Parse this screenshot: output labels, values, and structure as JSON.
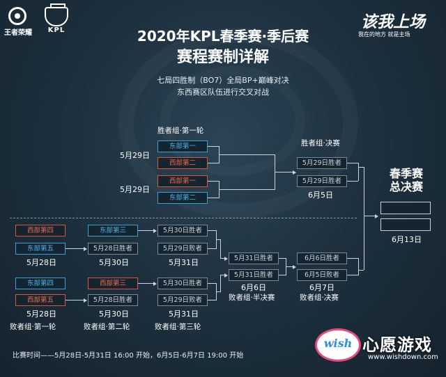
{
  "logos": {
    "honor_of_kings": "王者荣耀",
    "kpl": "KPL"
  },
  "brand": {
    "slogan": "该我上场",
    "tagline": "我在的地方 就是主场"
  },
  "header": {
    "title": "2020年KPL春季赛·季后赛",
    "subtitle": "赛程赛制详解",
    "rule_line1": "七局四胜制（BO7）全局BP+巅峰对决",
    "rule_line2": "东西赛区队伍进行交叉对战"
  },
  "winners": {
    "round1_label": "胜者组·第一轮",
    "final_label": "胜者组·决赛",
    "match1_date": "5月29日",
    "match2_date": "5月29日",
    "m1_top": "东部第一",
    "m1_bottom": "西部第二",
    "m2_top": "西部第一",
    "m2_bottom": "东部第二",
    "final_top": "5月29日胜者",
    "final_bottom": "5月29日胜者",
    "final_date": "6月5日"
  },
  "grand_final": {
    "label_line1": "春季赛",
    "label_line2": "总决赛",
    "date": "6月13日"
  },
  "losers": {
    "r1_label": "败者组·第一轮",
    "r2_label": "败者组·第二轮",
    "r3_label": "败者组·第三轮",
    "semi_label": "败者组·半决赛",
    "final_label": "败者组·决赛",
    "r1a_top": "西部第四",
    "r1a_bottom": "东部第五",
    "r1a_date": "5月28日",
    "r1b_top": "东部第四",
    "r1b_bottom": "西部第五",
    "r1b_date": "5月28日",
    "r2a_top": "东部第三",
    "r2a_bottom": "5月28日胜者",
    "r2a_date": "5月30日",
    "r2b_top": "西部第三",
    "r2b_bottom": "5月28日胜者",
    "r2b_date": "5月30日",
    "r3a_top": "5月30日胜者",
    "r3a_bottom": "5月29日败者",
    "r3a_date": "5月31日",
    "r3b_top": "5月30日胜者",
    "r3b_bottom": "5月29日败者",
    "r3b_date": "5月31日",
    "semi_top": "5月31日胜者",
    "semi_bottom": "5月31日胜者",
    "semi_date": "6月6日",
    "lfinal_top": "6月6日胜者",
    "lfinal_bottom": "6月5日败者",
    "lfinal_date": "6月7日"
  },
  "footer": {
    "schedule": "比赛时间——5月28日-5月31日 16:00 开始，6月5日-6月7日 19:00 开始"
  },
  "watermark": {
    "badge": "wish",
    "name": "心愿游戏",
    "url": "www.wishdown.com"
  },
  "colors": {
    "east_blue": "#3aa0d8",
    "west_red": "#e0533b",
    "background": "#1e313f"
  }
}
